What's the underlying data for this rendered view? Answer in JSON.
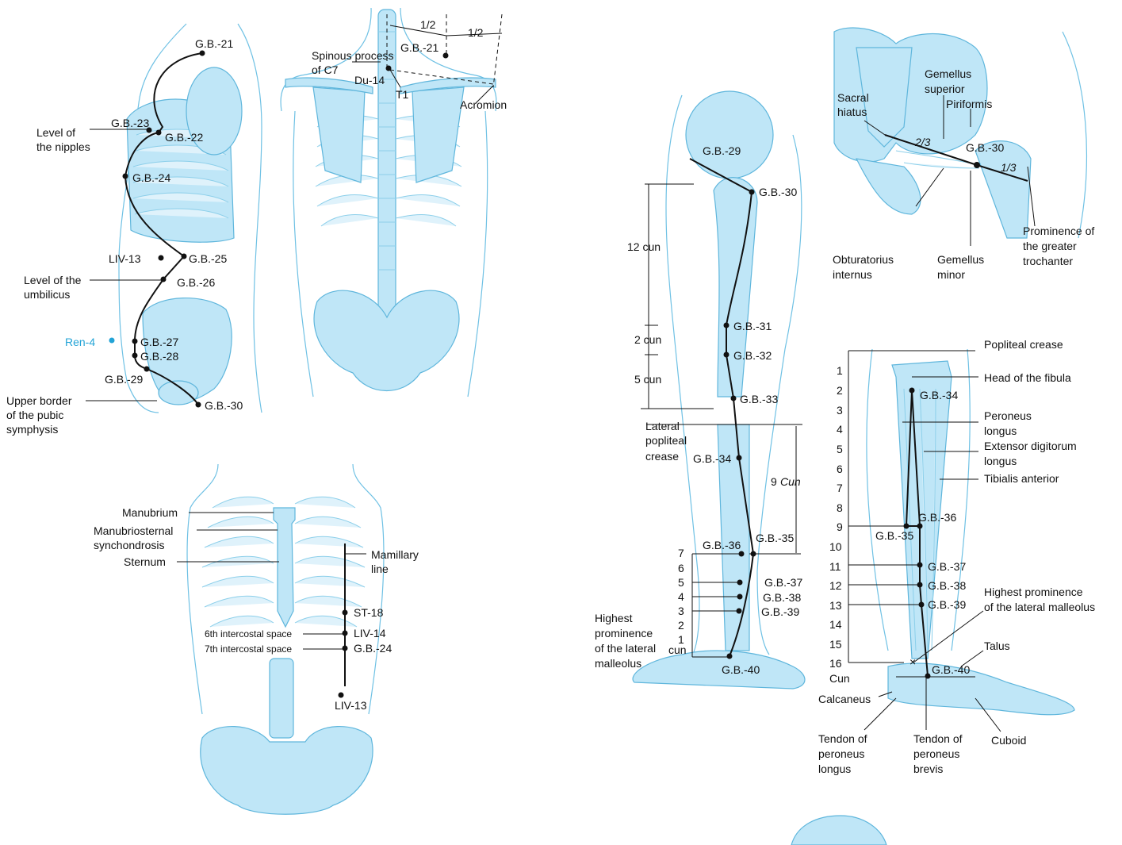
{
  "colors": {
    "bone": "#bfe6f7",
    "outline": "#5fb6dc",
    "meridian": "#111111",
    "ren_vessel": "#22a3d6"
  },
  "lateral_trunk": {
    "points": [
      "G.B.-21",
      "G.B.-23",
      "G.B.-22",
      "G.B.-24",
      "LIV-13",
      "G.B.-25",
      "G.B.-26",
      "Ren-4",
      "G.B.-27",
      "G.B.-28",
      "G.B.-29",
      "G.B.-30"
    ],
    "nipples_line1": "Level of",
    "nipples_line2": "the nipples",
    "umbilicus_line1": "Level of the",
    "umbilicus_line2": "umbilicus",
    "pubic_line1": "Upper border",
    "pubic_line2": "of the pubic",
    "pubic_line3": "symphysis"
  },
  "posterior_trunk": {
    "half_left": "1/2",
    "half_right": "1/2",
    "gb21": "G.B.-21",
    "spinous1": "Spinous process",
    "spinous2": "of C7",
    "du14": "Du-14",
    "t1": "T1",
    "acromion": "Acromion"
  },
  "anterior_trunk": {
    "manubrium": "Manubrium",
    "msync1": "Manubriosternal",
    "msync2": "synchondrosis",
    "sternum": "Sternum",
    "mamillary1": "Mamillary",
    "mamillary2": "line",
    "st18": "ST-18",
    "ics6": "6th intercostal space",
    "liv14": "LIV-14",
    "ics7": "7th intercostal space",
    "gb24": "G.B.-24",
    "liv13": "LIV-13"
  },
  "leg_lateral": {
    "gb29": "G.B.-29",
    "gb30": "G.B.-30",
    "gb31": "G.B.-31",
    "gb32": "G.B.-32",
    "gb33": "G.B.-33",
    "gb34": "G.B.-34",
    "gb35": "G.B.-35",
    "gb36": "G.B.-36",
    "gb37": "G.B.-37",
    "gb38": "G.B.-38",
    "gb39": "G.B.-39",
    "gb40": "G.B.-40",
    "cun12": "12 cun",
    "cun2": "2 cun",
    "cun5": "5 cun",
    "nine": "9",
    "cun_it": "Cun",
    "lpc1": "Lateral",
    "lpc2": "popliteal",
    "lpc3": "crease",
    "scale": [
      "7",
      "6",
      "5",
      "4",
      "3",
      "2",
      "1"
    ],
    "mal1": "Highest",
    "mal2": "prominence",
    "mal3": "of the lateral",
    "mal4": "malleolus",
    "cun_word": "cun"
  },
  "hip": {
    "sacral1": "Sacral",
    "sacral2": "hiatus",
    "gemsup1": "Gemellus",
    "gemsup2": "superior",
    "piriformis": "Piriformis",
    "two_thirds": "2/3",
    "one_third": "1/3",
    "gb30": "G.B.-30",
    "obt1": "Obturatorius",
    "obt2": "internus",
    "gemmin1": "Gemellus",
    "gemmin2": "minor",
    "prom1": "Prominence of",
    "prom2": "the greater",
    "prom3": "trochanter"
  },
  "lower_leg": {
    "scale": [
      "1",
      "2",
      "3",
      "4",
      "5",
      "6",
      "7",
      "8",
      "9",
      "10",
      "11",
      "12",
      "13",
      "14",
      "15",
      "16"
    ],
    "cun": "Cun",
    "popliteal": "Popliteal crease",
    "fibula": "Head of the fibula",
    "gb34": "G.B.-34",
    "pl1": "Peroneus",
    "pl2": "longus",
    "edl1": "Extensor digitorum",
    "edl2": "longus",
    "tibialis": "Tibialis anterior",
    "gb35": "G.B.-35",
    "gb36": "G.B.-36",
    "gb37": "G.B.-37",
    "gb38": "G.B.-38",
    "gb39": "G.B.-39",
    "gb40": "G.B.-40",
    "hp1": "Highest prominence",
    "hp2": "of the lateral malleolus",
    "talus": "Talus",
    "calcaneus": "Calcaneus",
    "tpl1": "Tendon of",
    "tpl2": "peroneus",
    "tpl3": "longus",
    "tpb1": "Tendon of",
    "tpb2": "peroneus",
    "tpb3": "brevis",
    "cuboid": "Cuboid"
  }
}
